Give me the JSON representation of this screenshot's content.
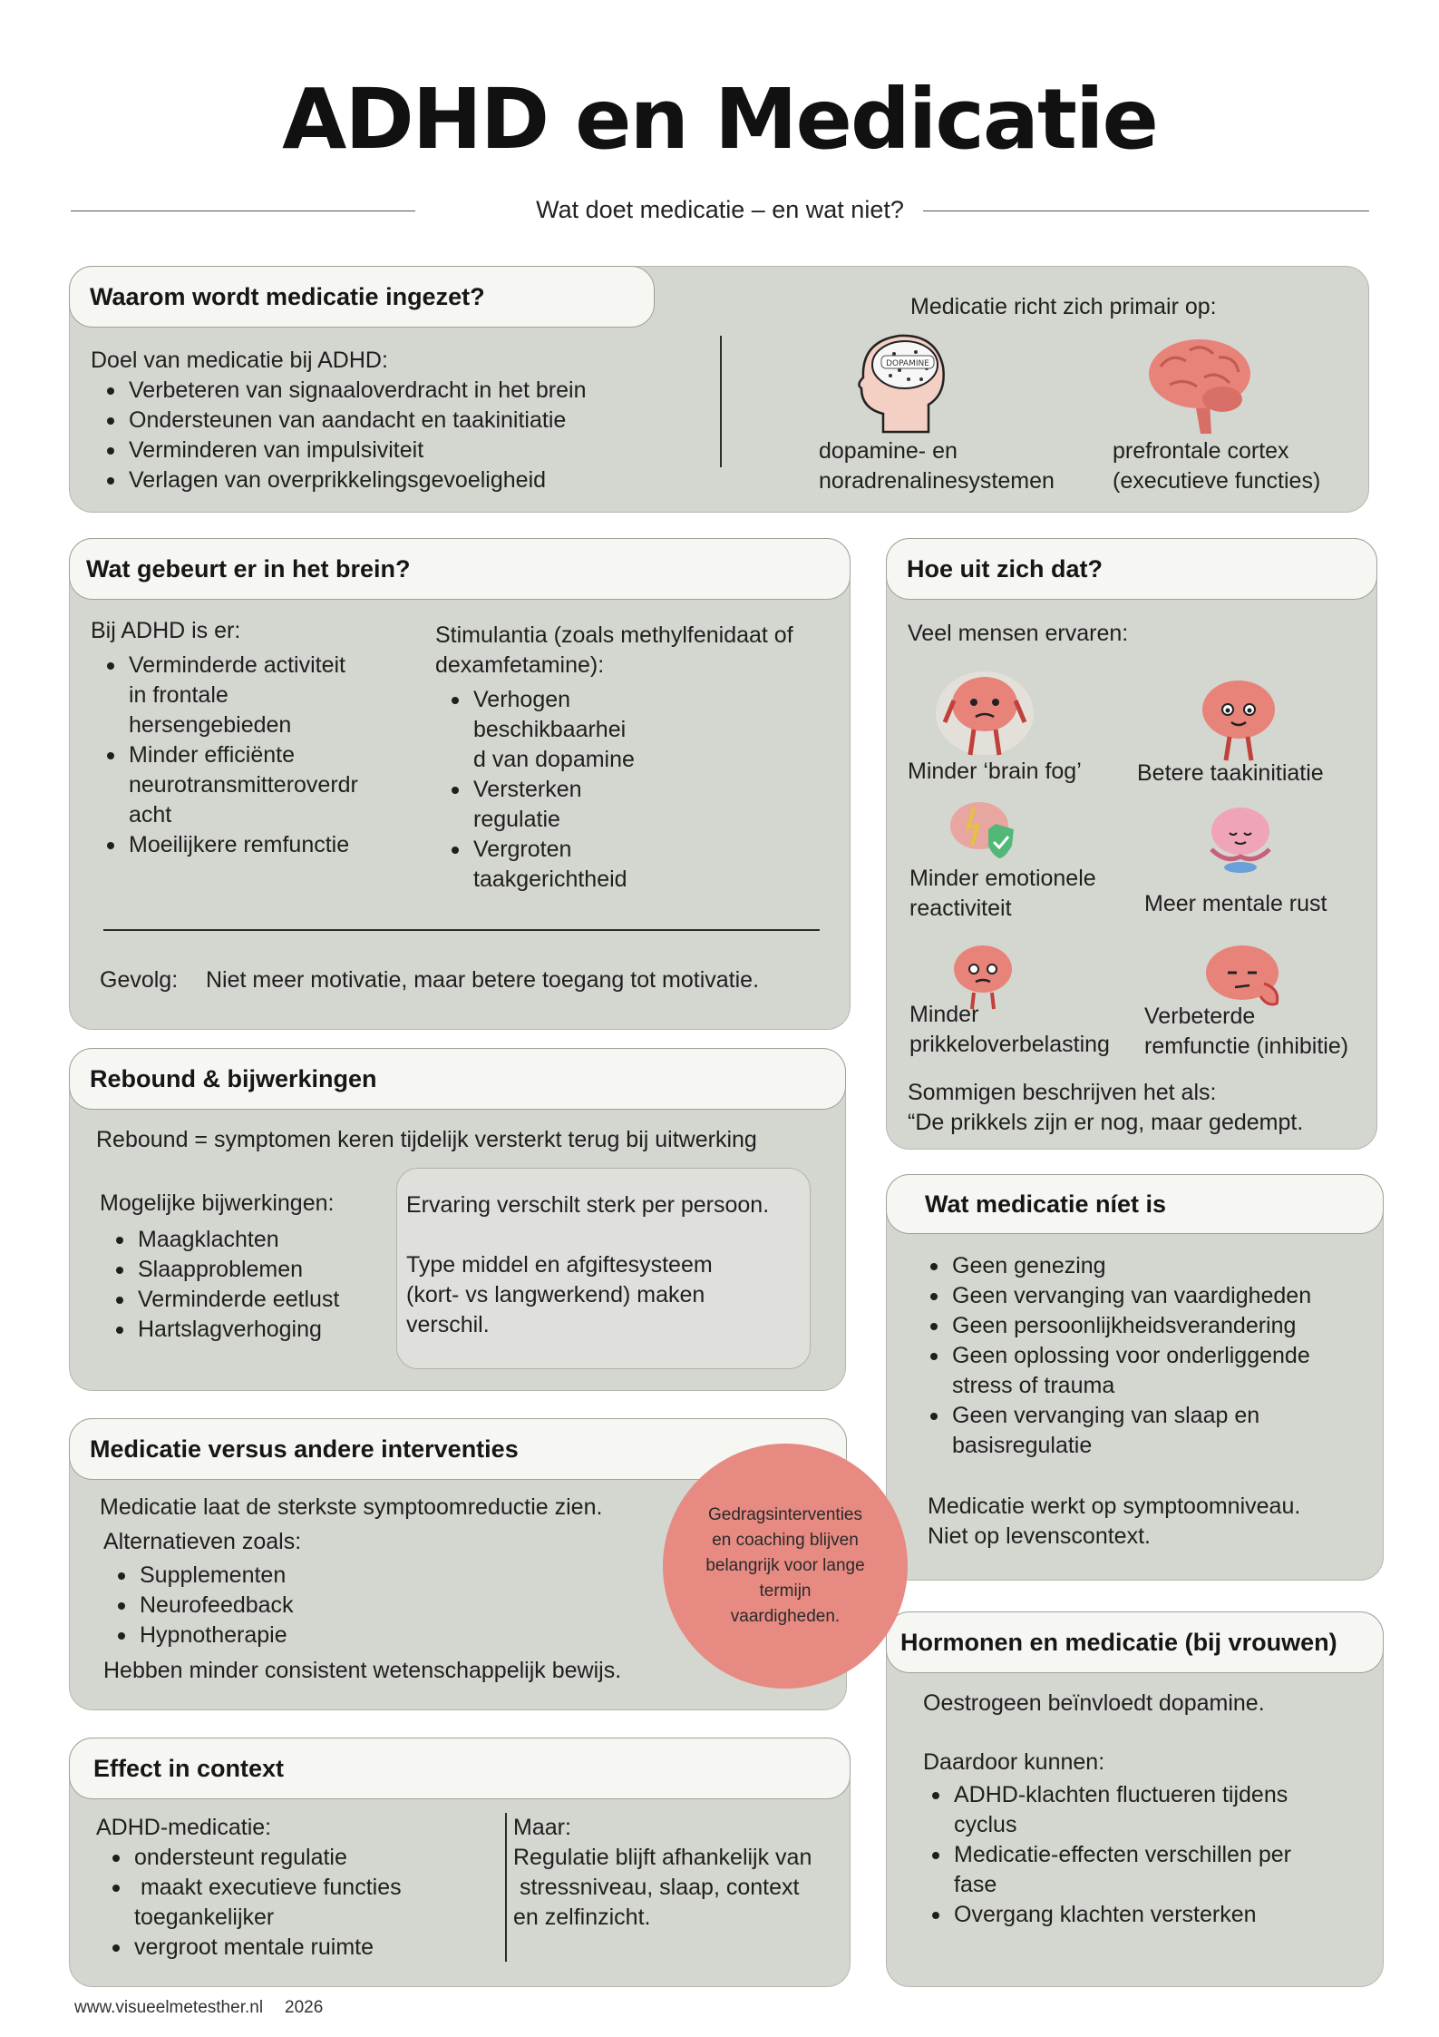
{
  "title": "ADHD en Medicatie",
  "subtitle": "Wat doet medicatie – en wat niet?",
  "why": {
    "heading": "Waarom wordt medicatie ingezet?",
    "intro": "Doel van medicatie bij ADHD:",
    "goals": [
      "Verbeteren van signaaloverdracht in het brein",
      "Ondersteunen van aandacht en taakinitiatie",
      "Verminderen van impulsiviteit",
      "Verlagen van overprikkelingsgevoeligheid"
    ],
    "target_intro": "Medicatie richt zich primair op:",
    "dopamine_badge": "DOPAMINE",
    "target1": [
      "dopamine- en",
      "noradrenalinesystemen"
    ],
    "target2": [
      "prefrontale cortex",
      "(executieve functies)"
    ]
  },
  "brain": {
    "heading": "Wat gebeurt er in het brein?",
    "adhd_intro": "Bij ADHD is er:",
    "adhd_items": [
      [
        "Verminderde activiteit",
        "in frontale",
        "hersengebieden"
      ],
      [
        "Minder efficiënte",
        "neurotransmitteroverdr",
        "acht"
      ],
      [
        "Moeilijkere remfunctie"
      ]
    ],
    "stim_intro": [
      "Stimulantia (zoals methylfenidaat of",
      "dexamfetamine):"
    ],
    "stim_items": [
      [
        "Verhogen",
        "beschikbaarhei",
        "d van dopamine"
      ],
      [
        "Versterken",
        "regulatie"
      ],
      [
        "Vergroten",
        "taakgerichtheid"
      ]
    ],
    "result_label": "Gevolg:",
    "result_text": "Niet meer motivatie, maar betere toegang tot motivatie."
  },
  "effects": {
    "heading": "Hoe uit zich dat?",
    "intro": "Veel mensen ervaren:",
    "items": [
      [
        "Minder ‘brain fog’"
      ],
      [
        "Betere taakinitiatie"
      ],
      [
        "Minder emotionele",
        "reactiviteit"
      ],
      [
        "Meer mentale rust"
      ],
      [
        "Minder",
        "prikkeloverbelasting"
      ],
      [
        "Verbeterde",
        "remfunctie (inhibitie)"
      ]
    ],
    "quote": [
      "Sommigen beschrijven het als:",
      "“De prikkels zijn er nog, maar gedempt."
    ]
  },
  "rebound": {
    "heading": "Rebound & bijwerkingen",
    "definition": "Rebound = symptomen keren tijdelijk versterkt terug bij uitwerking",
    "side_intro": "Mogelijke bijwerkingen:",
    "side_items": [
      "Maagklachten",
      "Slaapproblemen",
      "Verminderde eetlust",
      "Hartslagverhoging"
    ],
    "note1": "Ervaring verschilt sterk per persoon.",
    "note2": [
      "Type middel en afgiftesysteem",
      "(kort- vs langwerkend) maken",
      "verschil."
    ]
  },
  "not": {
    "heading": "Wat medicatie níet is",
    "items": [
      [
        "Geen genezing"
      ],
      [
        "Geen vervanging van vaardigheden"
      ],
      [
        "Geen persoonlijkheidsverandering"
      ],
      [
        "Geen oplossing voor onderliggende",
        "stress of trauma"
      ],
      [
        "Geen vervanging van slaap en",
        "basisregulatie"
      ]
    ],
    "conclusion": [
      "Medicatie werkt op symptoomniveau.",
      "Niet op levenscontext."
    ]
  },
  "versus": {
    "heading": "Medicatie versus andere interventies",
    "line1": "Medicatie laat de sterkste symptoomreductie zien.",
    "line2": "Alternatieven zoals:",
    "items": [
      "Supplementen",
      "Neurofeedback",
      "Hypnotherapie"
    ],
    "line3": "Hebben minder consistent wetenschappelijk bewijs.",
    "circle": [
      "Gedragsinterventies",
      "en coaching blijven",
      "belangrijk voor lange",
      "termijn",
      "vaardigheden."
    ]
  },
  "hormones": {
    "heading": "Hormonen en medicatie (bij vrouwen)",
    "line1": "Oestrogeen beïnvloedt dopamine.",
    "line2": "Daardoor kunnen:",
    "items": [
      [
        "ADHD-klachten fluctueren tijdens",
        "cyclus"
      ],
      [
        "Medicatie-effecten verschillen per",
        "fase"
      ],
      [
        "Overgang klachten versterken"
      ]
    ]
  },
  "context": {
    "heading": "Effect in context",
    "left_intro": "ADHD-medicatie:",
    "left_items": [
      [
        "ondersteunt regulatie"
      ],
      [
        " maakt executieve functies",
        "toegankelijker"
      ],
      [
        "vergroot mentale ruimte"
      ]
    ],
    "right_intro": "Maar:",
    "right_text": [
      "Regulatie blijft afhankelijk van",
      " stressniveau, slaap, context",
      "en zelfinzicht."
    ]
  },
  "footer": {
    "site": "www.visueelmetesther.nl",
    "year": "2026"
  },
  "colors": {
    "card": "#d4d6d0",
    "header": "#f6f6f3",
    "circle": "#e68a82",
    "brain": "#e8837a"
  }
}
